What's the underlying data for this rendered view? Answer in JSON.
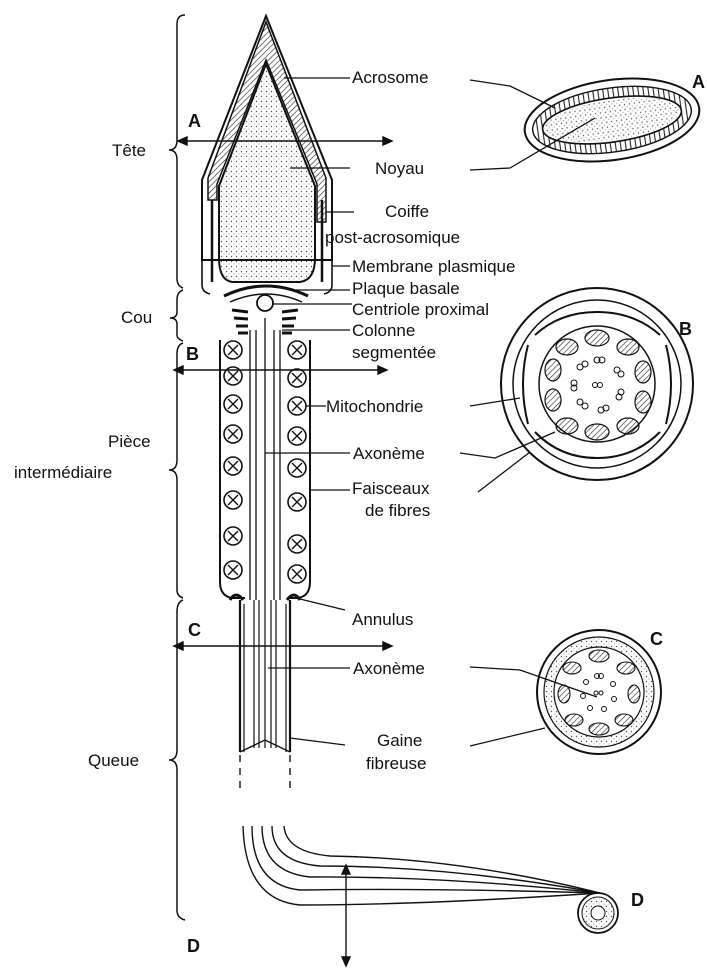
{
  "regions": {
    "head": "Tête",
    "neck": "Cou",
    "midpiece_line1": "Pièce",
    "midpiece_line2": "intermédiaire",
    "tail": "Queue"
  },
  "labels": {
    "acrosome": "Acrosome",
    "noyau": "Noyau",
    "coiffe_line1": "Coiffe",
    "coiffe_line2": "post-acrosomique",
    "membrane": "Membrane plasmique",
    "plaque": "Plaque basale",
    "centriole": "Centriole proximal",
    "colonne_line1": "Colonne",
    "colonne_line2": "segmentée",
    "mitochondrie": "Mitochondrie",
    "axoneme_1": "Axonème",
    "faisceaux_line1": "Faisceaux",
    "faisceaux_line2": "de fibres",
    "annulus": "Annulus",
    "axoneme_2": "Axonème",
    "gaine_line1": "Gaine",
    "gaine_line2": "fibreuse"
  },
  "sections": {
    "a_left": "A",
    "a_right": "A",
    "b_left": "B",
    "b_right": "B",
    "c_left": "C",
    "c_right": "C",
    "d_bottom": "D",
    "d_right": "D"
  }
}
